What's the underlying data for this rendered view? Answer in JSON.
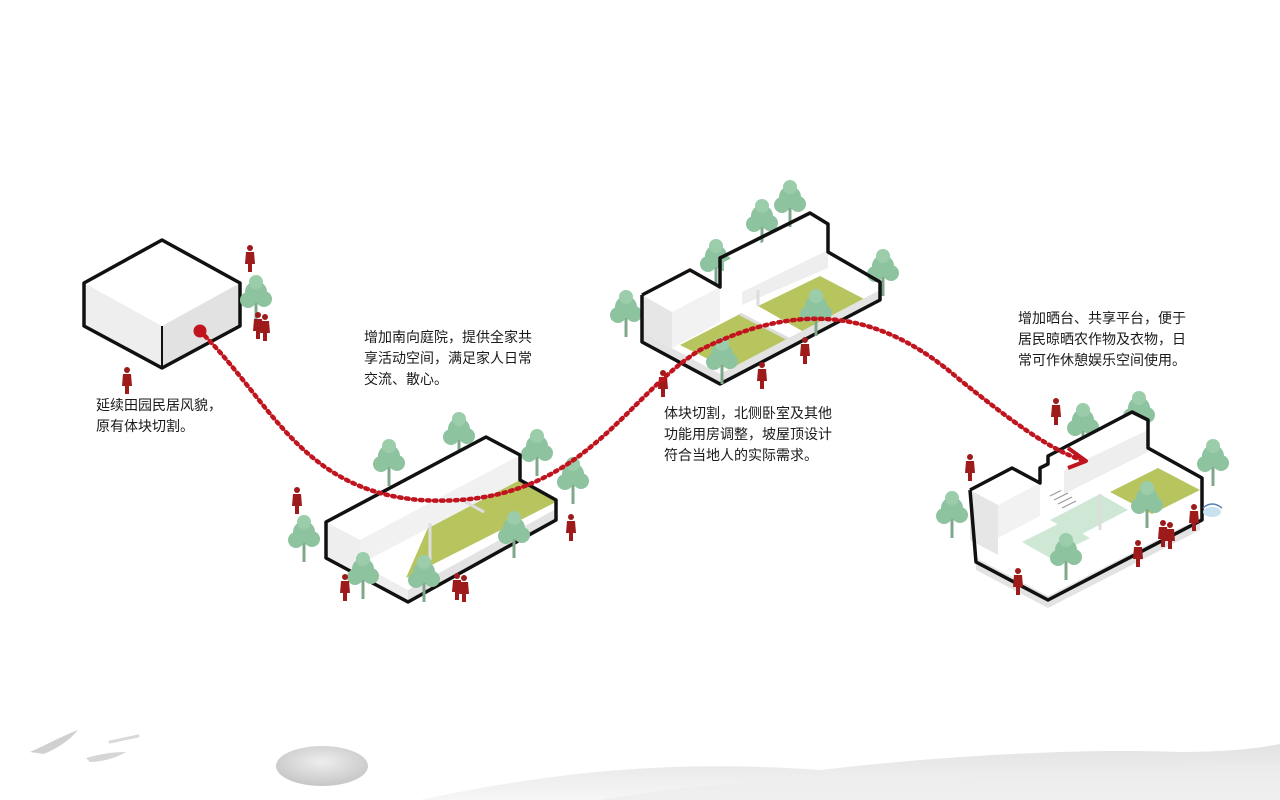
{
  "stages": [
    {
      "caption": "延续田园民居风貌，\n原有体块切割。"
    },
    {
      "caption": "增加南向庭院，提供全家共\n享活动空间，满足家人日常\n交流、散心。"
    },
    {
      "caption": "体块切割，北侧卧室及其他\n功能用房调整，坡屋顶设计\n符合当地人的实际需求。"
    },
    {
      "caption": "增加晒台、共享平台，便于\n居民晾晒农作物及衣物，日\n常可作休憩娱乐空间使用。"
    }
  ],
  "colors": {
    "path_red": "#c0141e",
    "figure_red": "#9e1b1b",
    "tree_green": "#8ec3a0",
    "lawn_green": "#b8c45e",
    "terrace_mint": "#cfe8d6",
    "outline": "#111111",
    "ink_gray": "#cfcfcf"
  },
  "icons": [
    "tree-icon",
    "person-icon",
    "bird-icon"
  ]
}
